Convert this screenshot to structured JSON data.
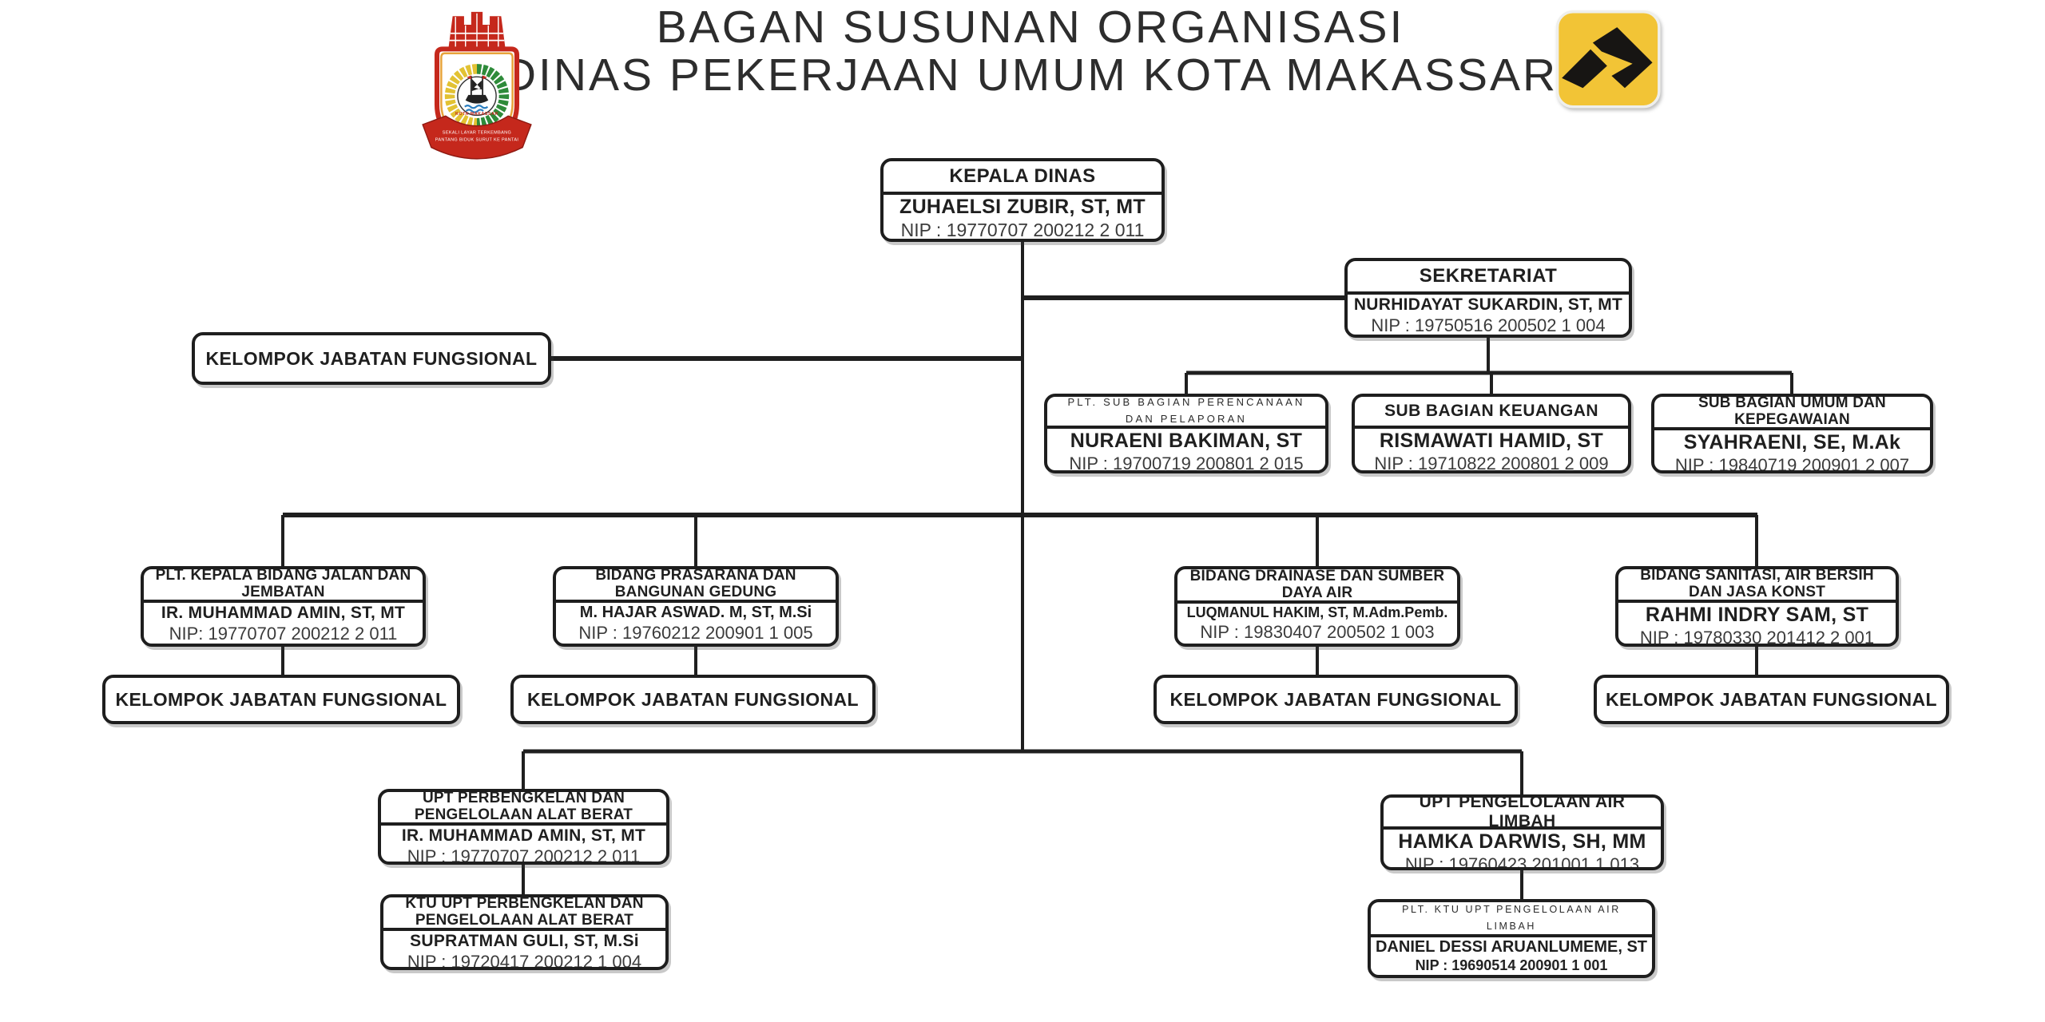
{
  "header": {
    "title_line1": "BAGAN SUSUNAN ORGANISASI",
    "title_line2": "DINAS PEKERJAAN UMUM KOTA MAKASSAR",
    "emblem": {
      "name": "makassar-city-emblem",
      "label": "KOTA MAKASSAR",
      "motto_line1": "SEKALI LAYAR TERKEMBANG",
      "motto_line2": "PANTANG BIDUK SURUT KE PANTAI"
    },
    "right_logo": "pu-kota-makassar-logo"
  },
  "colors": {
    "ink": "#1f1f1f",
    "box_border": "#1e1e1e",
    "logo_yellow": "#F2C436",
    "emblem_red": "#C5281C",
    "emblem_green": "#2E8B3A",
    "emblem_yellow": "#E2C233",
    "wave_blue": "#2C7FC0"
  },
  "org": {
    "kepala_dinas": {
      "title": "KEPALA DINAS",
      "name": "ZUHAELSI ZUBIR, ST, MT",
      "nip": "NIP : 19770707 200212 2 011"
    },
    "sekretariat": {
      "title": "SEKRETARIAT",
      "name": "NURHIDAYAT SUKARDIN, ST, MT",
      "nip": "NIP : 19750516 200502 1 004"
    },
    "kelompok_jabatan_fungsional": {
      "label": "KELOMPOK JABATAN FUNGSIONAL"
    },
    "sub_bagian": [
      {
        "title": "PLT. SUB BAGIAN PERENCANAAN DAN PELAPORAN",
        "name": "NURAENI BAKIMAN, ST",
        "nip": "NIP : 19700719 200801 2 015"
      },
      {
        "title": "SUB BAGIAN KEUANGAN",
        "name": "RISMAWATI HAMID, ST",
        "nip": "NIP : 19710822 200801 2 009"
      },
      {
        "title": "SUB BAGIAN UMUM DAN KEPEGAWAIAN",
        "name": "SYAHRAENI, SE, M.Ak",
        "nip": "NIP : 19840719 200901 2 007"
      }
    ],
    "bidang": [
      {
        "title": "PLT. KEPALA BIDANG JALAN DAN JEMBATAN",
        "name": "IR. MUHAMMAD AMIN, ST, MT",
        "nip": "NIP: 19770707 200212 2 011",
        "fungsional_label": "KELOMPOK JABATAN FUNGSIONAL"
      },
      {
        "title": "BIDANG PRASARANA DAN BANGUNAN GEDUNG",
        "name": "M. HAJAR ASWAD. M, ST, M.Si",
        "nip": "NIP : 19760212 200901 1 005",
        "fungsional_label": "KELOMPOK JABATAN FUNGSIONAL"
      },
      {
        "title": "BIDANG DRAINASE DAN SUMBER DAYA AIR",
        "name": "LUQMANUL HAKIM, ST, M.Adm.Pemb.",
        "nip": "NIP : 19830407 200502 1 003",
        "fungsional_label": "KELOMPOK JABATAN FUNGSIONAL"
      },
      {
        "title": "BIDANG SANITASI, AIR BERSIH DAN JASA KONST",
        "name": "RAHMI INDRY SAM, ST",
        "nip": "NIP : 19780330 201412 2 001",
        "fungsional_label": "KELOMPOK JABATAN FUNGSIONAL"
      }
    ],
    "upt": [
      {
        "title": "UPT PERBENGKELAN DAN PENGELOLAAN ALAT BERAT",
        "name": "IR. MUHAMMAD AMIN, ST, MT",
        "nip": "NIP : 19770707 200212 2 011"
      },
      {
        "title": "UPT PENGELOLAAN AIR LIMBAH",
        "name": "HAMKA DARWIS, SH, MM",
        "nip": "NIP : 19760423 201001 1 013"
      }
    ],
    "ktu": [
      {
        "title": "KTU UPT PERBENGKELAN DAN PENGELOLAAN ALAT BERAT",
        "name": "SUPRATMAN GULI, ST, M.Si",
        "nip": "NIP : 19720417 200212 1 004"
      },
      {
        "title": "PLT. KTU UPT PENGELOLAAN AIR LIMBAH",
        "name": "DANIEL DESSI ARUANLUMEME, ST",
        "nip": "NIP : 19690514 200901 1 001"
      }
    ]
  }
}
